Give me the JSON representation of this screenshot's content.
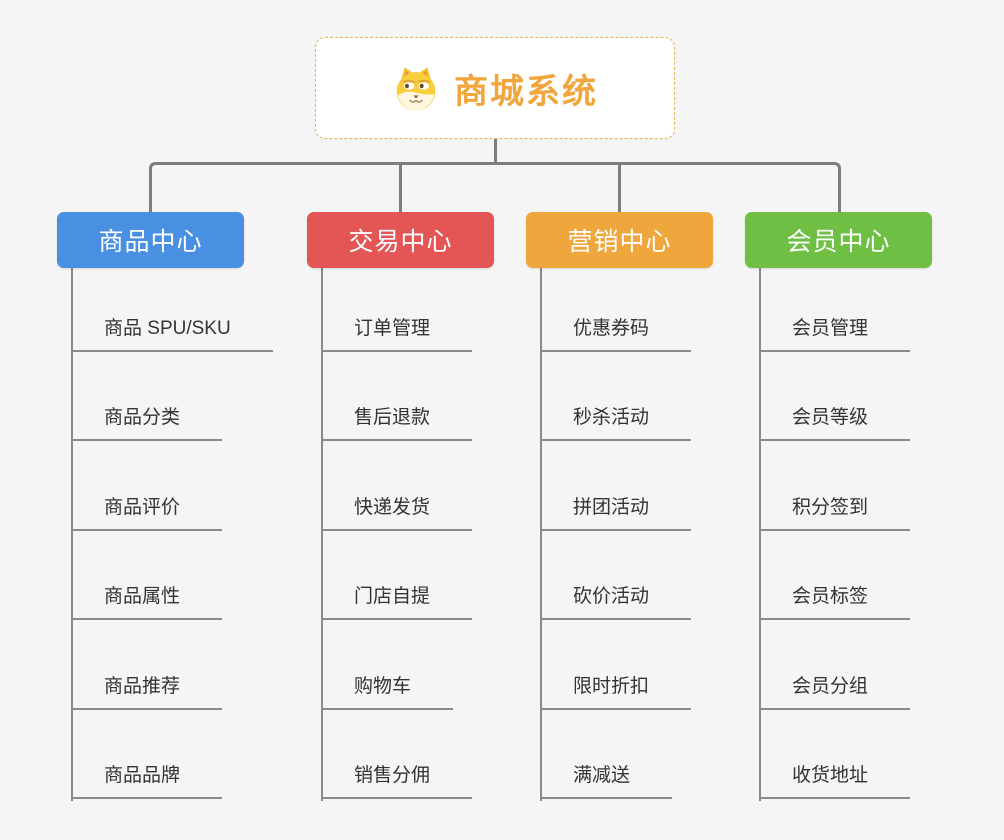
{
  "root": {
    "title": "商城系统",
    "icon": "doge-icon",
    "accent_color": "#f0a63c",
    "border_color": "#ecb054"
  },
  "connector_color": "#7d7d7d",
  "branches": [
    {
      "label": "商品中心",
      "color": "#4a90e2",
      "items": [
        "商品 SPU/SKU",
        "商品分类",
        "商品评价",
        "商品属性",
        "商品推荐",
        "商品品牌"
      ]
    },
    {
      "label": "交易中心",
      "color": "#e45656",
      "items": [
        "订单管理",
        "售后退款",
        "快递发货",
        "门店自提",
        "购物车",
        "销售分佣"
      ]
    },
    {
      "label": "营销中心",
      "color": "#efa63c",
      "items": [
        "优惠券码",
        "秒杀活动",
        "拼团活动",
        "砍价活动",
        "限时折扣",
        "满减送"
      ]
    },
    {
      "label": "会员中心",
      "color": "#6ebf44",
      "items": [
        "会员管理",
        "会员等级",
        "积分签到",
        "会员标签",
        "会员分组",
        "收货地址"
      ]
    }
  ]
}
